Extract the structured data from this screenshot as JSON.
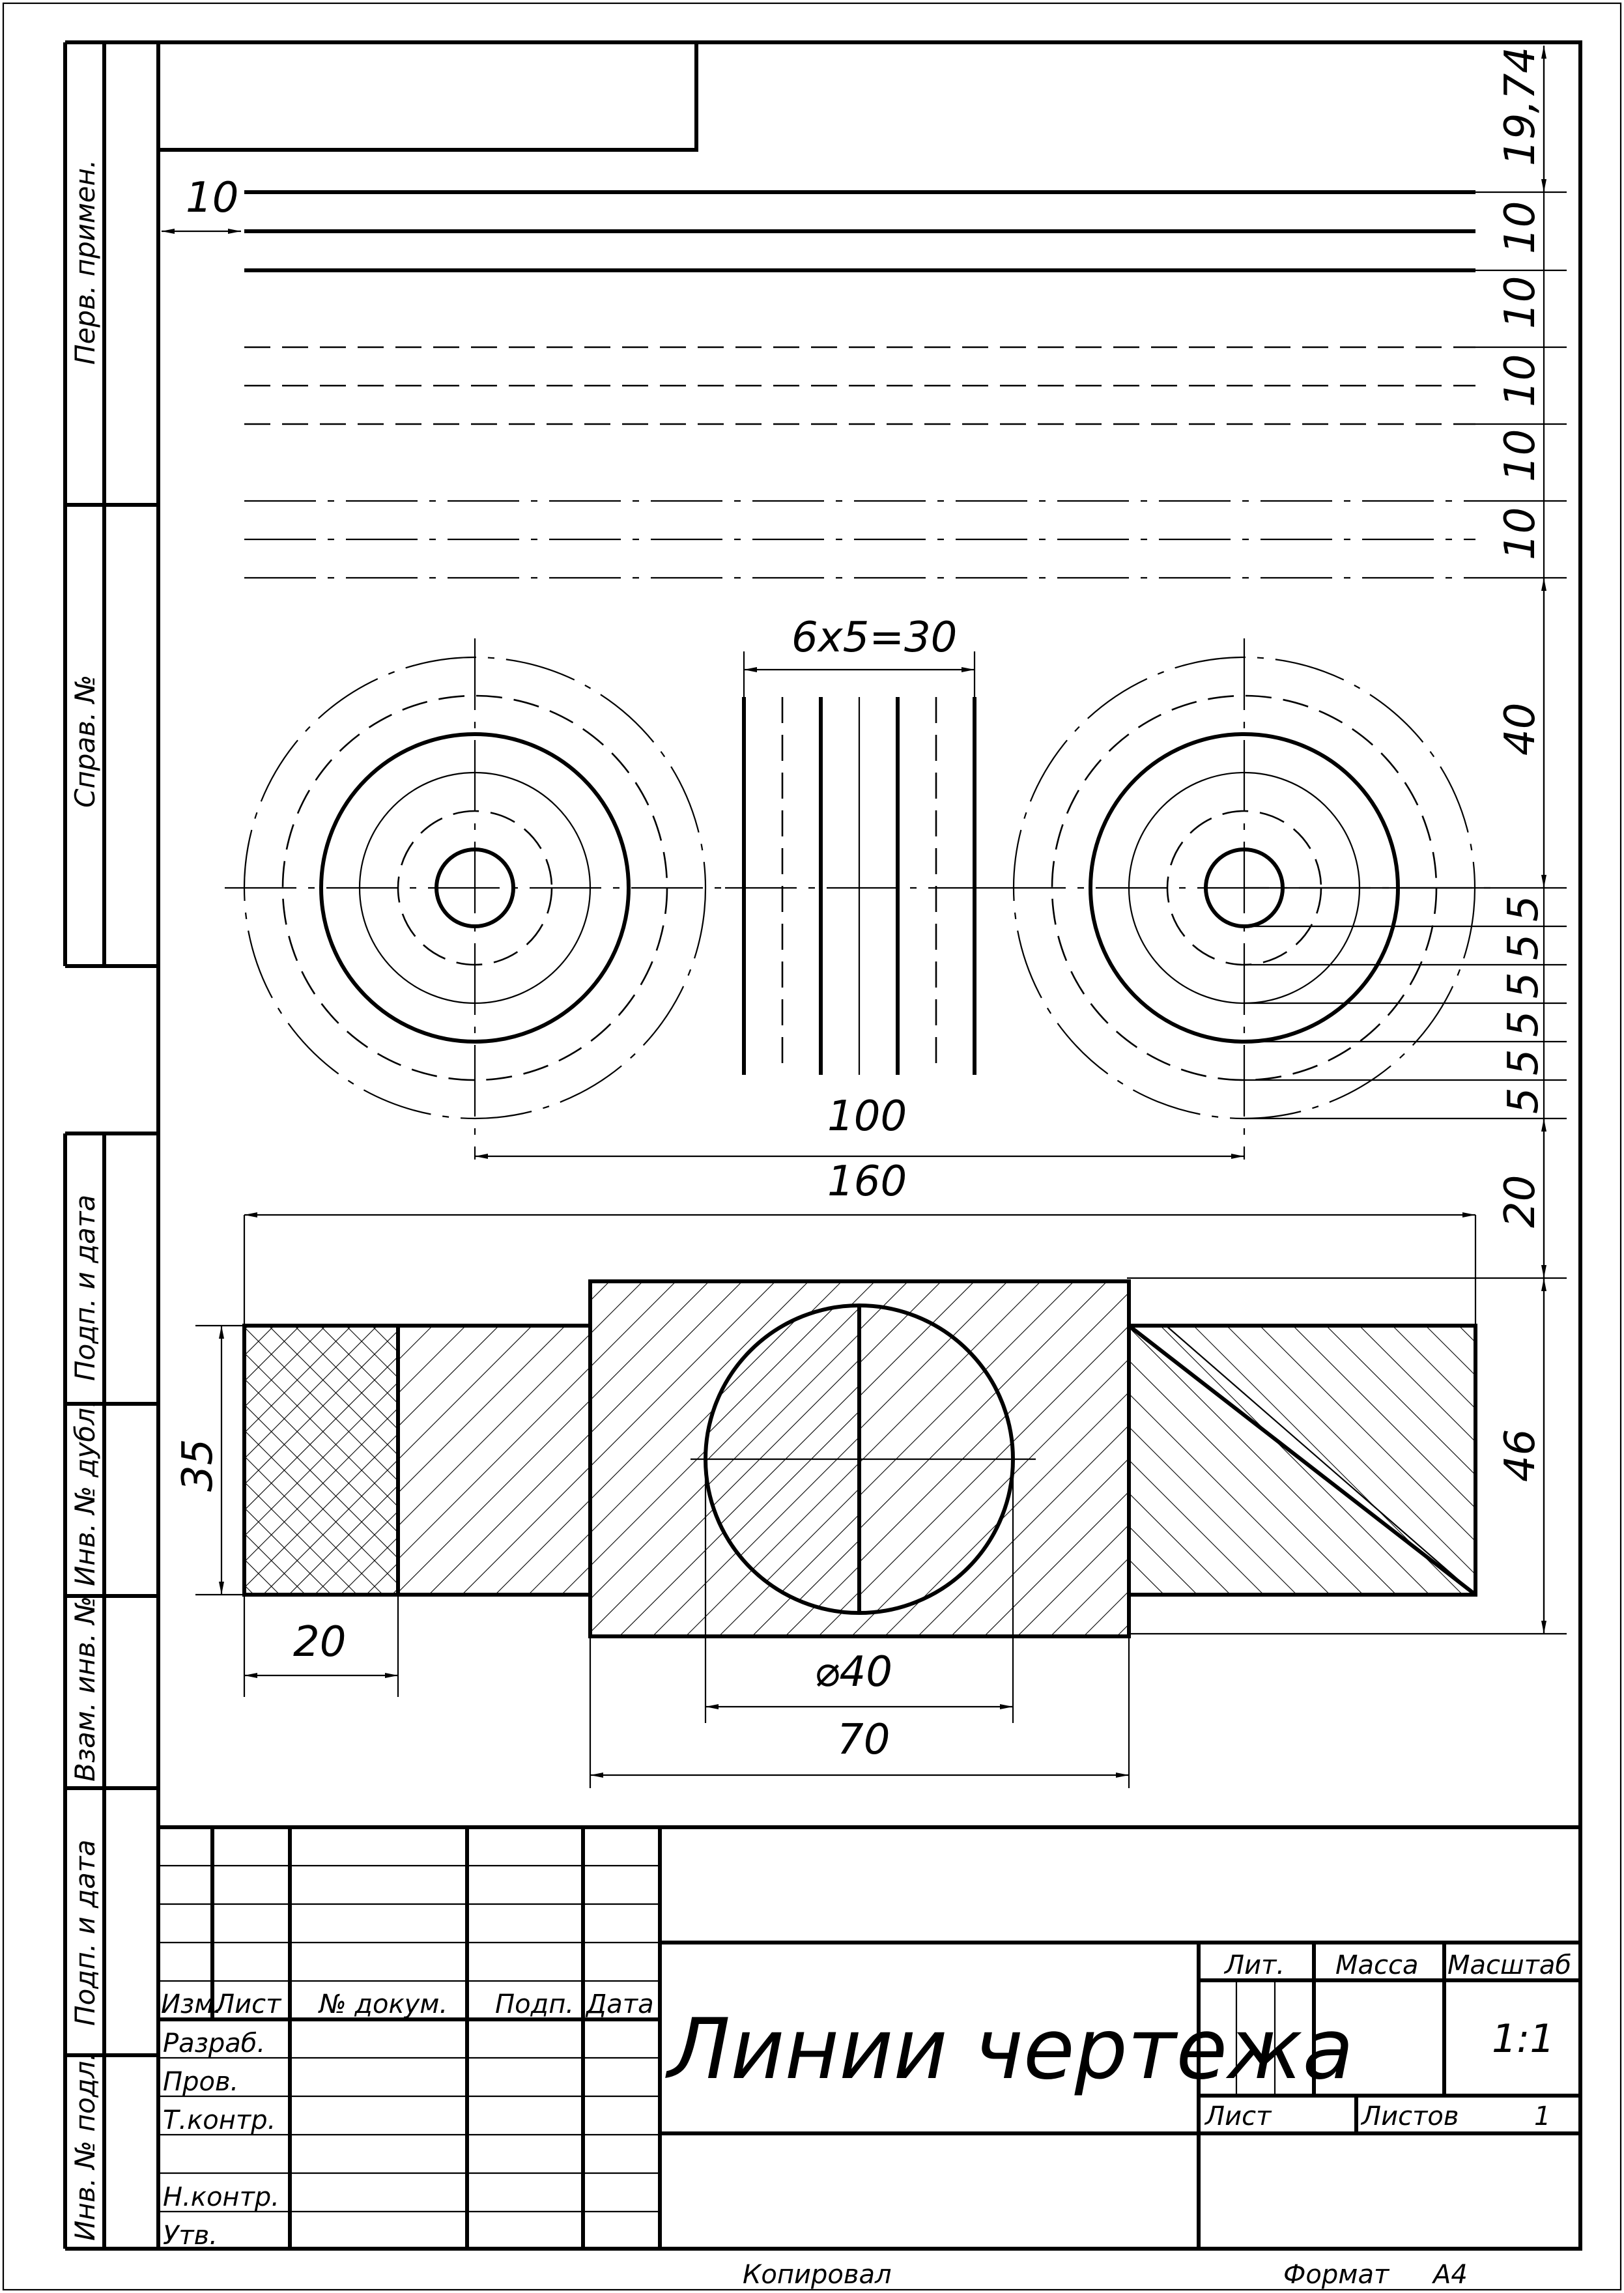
{
  "dimensions": {
    "line_gap": "10",
    "top_offset": "19,74",
    "gap_1": "10",
    "gap_2": "10",
    "gap_3": "10",
    "gap_4": "10",
    "gap_5": "10",
    "pitch": "6x5=30",
    "ring_40": "40",
    "ring_5": [
      "5",
      "5",
      "5",
      "5",
      "5",
      "5"
    ],
    "centers_100": "100",
    "total_160": "160",
    "gap_20": "20",
    "height_35": "35",
    "height_46": "46",
    "width_20": "20",
    "diameter_40": "⌀40",
    "width_70": "70"
  },
  "side_labels": {
    "perv_primen": "Перв. примен.",
    "sprav_no": "Справ. №",
    "podp_data_1": "Подп. и дата",
    "inv_dubl": "Инв. № дубл.",
    "vzam_inv": "Взам. инв. №",
    "podp_data_2": "Подп. и дата",
    "inv_podl": "Инв. № подл."
  },
  "title_block": {
    "col_izm": "Изм.",
    "col_list": "Лист",
    "col_docum": "№ докум.",
    "col_podp": "Подп.",
    "col_data": "Дата",
    "row_razrab": "Разраб.",
    "row_prov": "Пров.",
    "row_tkontr": "Т.контр.",
    "row_nkontr": "Н.контр.",
    "row_utv": "Утв.",
    "title": "Линии чертежа",
    "lit": "Лит.",
    "massa": "Масса",
    "masshtab": "Масштаб",
    "scale_value": "1:1",
    "list": "Лист",
    "listov": "Листов",
    "listov_value": "1"
  },
  "footer": {
    "kopiroval": "Копировал",
    "format": "Формат",
    "format_value": "А4"
  }
}
